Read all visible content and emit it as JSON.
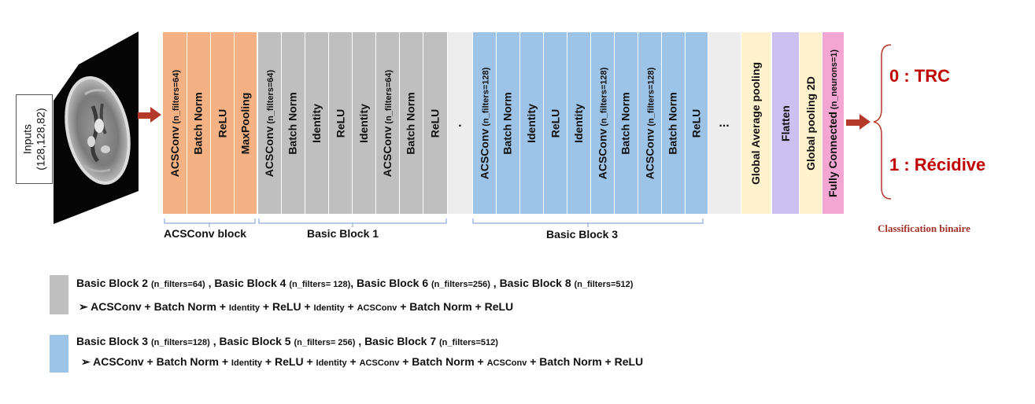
{
  "input": {
    "line1": "Inputs",
    "line2": "(128,128,82)"
  },
  "image_alt": "brain-mri-slice",
  "columns": [
    {
      "main": "ACSConv",
      "sub": "(n_filters=64)",
      "color": "#f4b183"
    },
    {
      "main": "Batch Norm",
      "sub": "",
      "color": "#f4b183"
    },
    {
      "main": "ReLU",
      "sub": "",
      "color": "#f4b183"
    },
    {
      "main": "MaxPooling",
      "sub": "",
      "color": "#f4b183"
    },
    {
      "main": "ACSConv",
      "sub": "(n_filters=64)",
      "color": "#bfbfbf"
    },
    {
      "main": "Batch Norm",
      "sub": "",
      "color": "#bfbfbf"
    },
    {
      "main": "Identity",
      "sub": "",
      "color": "#bfbfbf"
    },
    {
      "main": "ReLU",
      "sub": "",
      "color": "#bfbfbf"
    },
    {
      "main": "Identity",
      "sub": "",
      "color": "#bfbfbf"
    },
    {
      "main": "ACSConv",
      "sub": "(n_filters=64)",
      "color": "#bfbfbf"
    },
    {
      "main": "Batch Norm",
      "sub": "",
      "color": "#bfbfbf"
    },
    {
      "main": "ReLU",
      "sub": "",
      "color": "#bfbfbf"
    },
    {
      "main": ".",
      "sub": "",
      "color": "#ededed"
    },
    {
      "main": "ACSConv",
      "sub": "(n_filters=128)",
      "color": "#9dc3e6"
    },
    {
      "main": "Batch Norm",
      "sub": "",
      "color": "#9dc3e6"
    },
    {
      "main": "Identity",
      "sub": "",
      "color": "#9dc3e6"
    },
    {
      "main": "ReLU",
      "sub": "",
      "color": "#9dc3e6"
    },
    {
      "main": "Identity",
      "sub": "",
      "color": "#9dc3e6"
    },
    {
      "main": "ACSConv",
      "sub": "(n_filters=128)",
      "color": "#9dc3e6"
    },
    {
      "main": "Batch Norm",
      "sub": "",
      "color": "#9dc3e6"
    },
    {
      "main": "ACSConv",
      "sub": "(n_filters=128)",
      "color": "#9dc3e6"
    },
    {
      "main": "Batch Norm",
      "sub": "",
      "color": "#9dc3e6"
    },
    {
      "main": "ReLU",
      "sub": "",
      "color": "#9dc3e6"
    },
    {
      "main": "...",
      "sub": "",
      "color": "#ededed"
    },
    {
      "main": "Global Average pooling",
      "sub": "",
      "color": "#fff2cc"
    },
    {
      "main": "Flatten",
      "sub": "",
      "color": "#ccc0f0"
    },
    {
      "main": "Global pooling 2D",
      "sub": "",
      "color": "#fff2cc"
    },
    {
      "main": "Fully Connected",
      "sub": "(n_neurons=1)",
      "color": "#f4a6d2"
    }
  ],
  "groups": [
    {
      "label": "ACSConv block"
    },
    {
      "label": "Basic Block 1"
    },
    {
      "label": "Basic Block 3"
    }
  ],
  "outputs": {
    "class0": "0 : TRC",
    "class1": "1 : Récidive",
    "caption": "Classification binaire"
  },
  "legend": {
    "gray": {
      "color": "#bfbfbf",
      "title_parts": [
        {
          "t": "Basic Block 2 ",
          "s": false
        },
        {
          "t": "(n_filters=64)",
          "s": true
        },
        {
          "t": " , Basic Block 4 ",
          "s": false
        },
        {
          "t": "(n_filters= 128)",
          "s": true
        },
        {
          "t": ", Basic Block 6 ",
          "s": false
        },
        {
          "t": "(n_filters=256)",
          "s": true
        },
        {
          "t": " , Basic Block 8 ",
          "s": false
        },
        {
          "t": "(n_filters=512)",
          "s": true
        }
      ],
      "seq_parts": [
        {
          "t": "➢  ACSConv + Batch Norm + ",
          "s": false
        },
        {
          "t": "Identity",
          "s": true
        },
        {
          "t": " + ReLU + ",
          "s": false
        },
        {
          "t": "Identity",
          "s": true
        },
        {
          "t": " + ",
          "s": false
        },
        {
          "t": "ACSConv",
          "s": true
        },
        {
          "t": " + Batch Norm +  ReLU",
          "s": false
        }
      ]
    },
    "blue": {
      "color": "#9dc3e6",
      "title_parts": [
        {
          "t": "Basic Block 3 ",
          "s": false
        },
        {
          "t": "(n_filters=128)",
          "s": true
        },
        {
          "t": " , Basic Block 5 ",
          "s": false
        },
        {
          "t": "(n_filters= 256)",
          "s": true
        },
        {
          "t": " , Basic Block 7 ",
          "s": false
        },
        {
          "t": "(n_filters=512)",
          "s": true
        }
      ],
      "seq_parts": [
        {
          "t": "➢  ACSConv + Batch Norm + ",
          "s": false
        },
        {
          "t": "Identity",
          "s": true
        },
        {
          "t": " + ReLU + ",
          "s": false
        },
        {
          "t": "Identity",
          "s": true
        },
        {
          "t": " + ",
          "s": false
        },
        {
          "t": "ACSConv",
          "s": true
        },
        {
          "t": " + Batch Norm + ",
          "s": false
        },
        {
          "t": "ACSConv",
          "s": true
        },
        {
          "t": " + Batch Norm + ReLU",
          "s": false
        }
      ]
    }
  },
  "colors": {
    "arrow": "#b5392b",
    "output_text": "#c00000",
    "brace": "#b5392b"
  }
}
